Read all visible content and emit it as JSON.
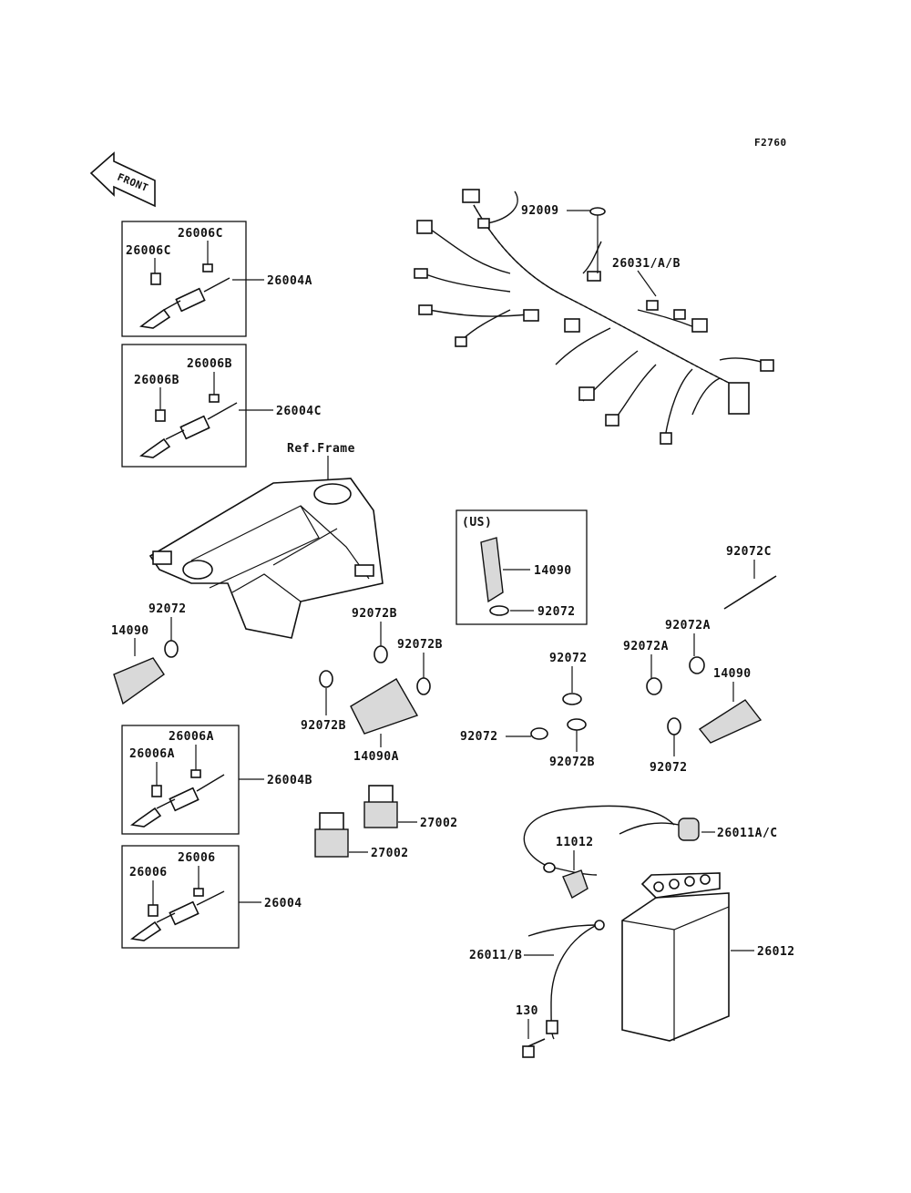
{
  "figure_code": "F2760",
  "front_label": "FRONT",
  "ref_frame_label": "Ref.Frame",
  "us_label": "(US)",
  "labels": {
    "p92009": "92009",
    "p26031": "26031/A/B",
    "p26006C_a": "26006C",
    "p26006C_b": "26006C",
    "p26004A": "26004A",
    "p26006B_a": "26006B",
    "p26006B_b": "26006B",
    "p26004C": "26004C",
    "p14090_us": "14090",
    "p92072_us": "92072",
    "p92072C": "92072C",
    "p92072_left": "92072",
    "p14090_left": "14090",
    "p92072B_a": "92072B",
    "p92072B_b": "92072B",
    "p92072B_c": "92072B",
    "p14090A": "14090A",
    "p92072_mid_top": "92072",
    "p92072_mid_left": "92072",
    "p92072B_mid": "92072B",
    "p92072A_a": "92072A",
    "p92072A_b": "92072A",
    "p14090_right": "14090",
    "p92072_right": "92072",
    "p26006A_a": "26006A",
    "p26006A_b": "26006A",
    "p26004B": "26004B",
    "p27002_a": "27002",
    "p27002_b": "27002",
    "p26006_a": "26006",
    "p26006_b": "26006",
    "p26004": "26004",
    "p26011AC": "26011A/C",
    "p11012": "11012",
    "p26012": "26012",
    "p26011B": "26011/B",
    "p130": "130"
  }
}
